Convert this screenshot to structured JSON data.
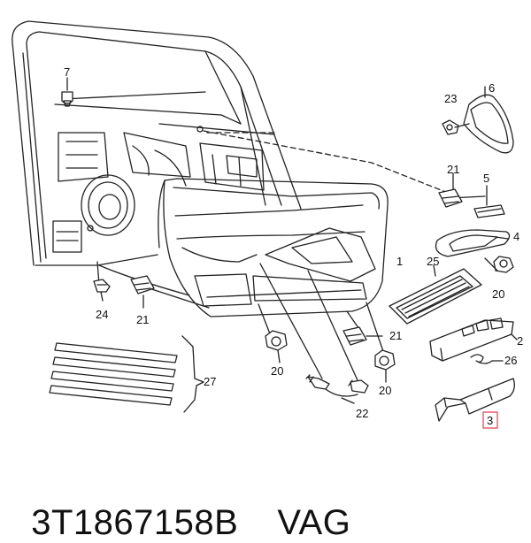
{
  "callouts": {
    "c1": "1",
    "c2": "2",
    "c3": "3",
    "c4": "4",
    "c5": "5",
    "c6": "6",
    "c7": "7",
    "c20a": "20",
    "c20b": "20",
    "c20c": "20",
    "c21a": "21",
    "c21b": "21",
    "c21c": "21",
    "c22": "22",
    "c23": "23",
    "c24": "24",
    "c25": "25",
    "c26": "26",
    "c27": "27"
  },
  "footer": {
    "part_number": "3T1867158B",
    "brand": "VAG"
  },
  "colors": {
    "line": "#222222",
    "highlight_box": "#e04050",
    "background": "#ffffff"
  }
}
